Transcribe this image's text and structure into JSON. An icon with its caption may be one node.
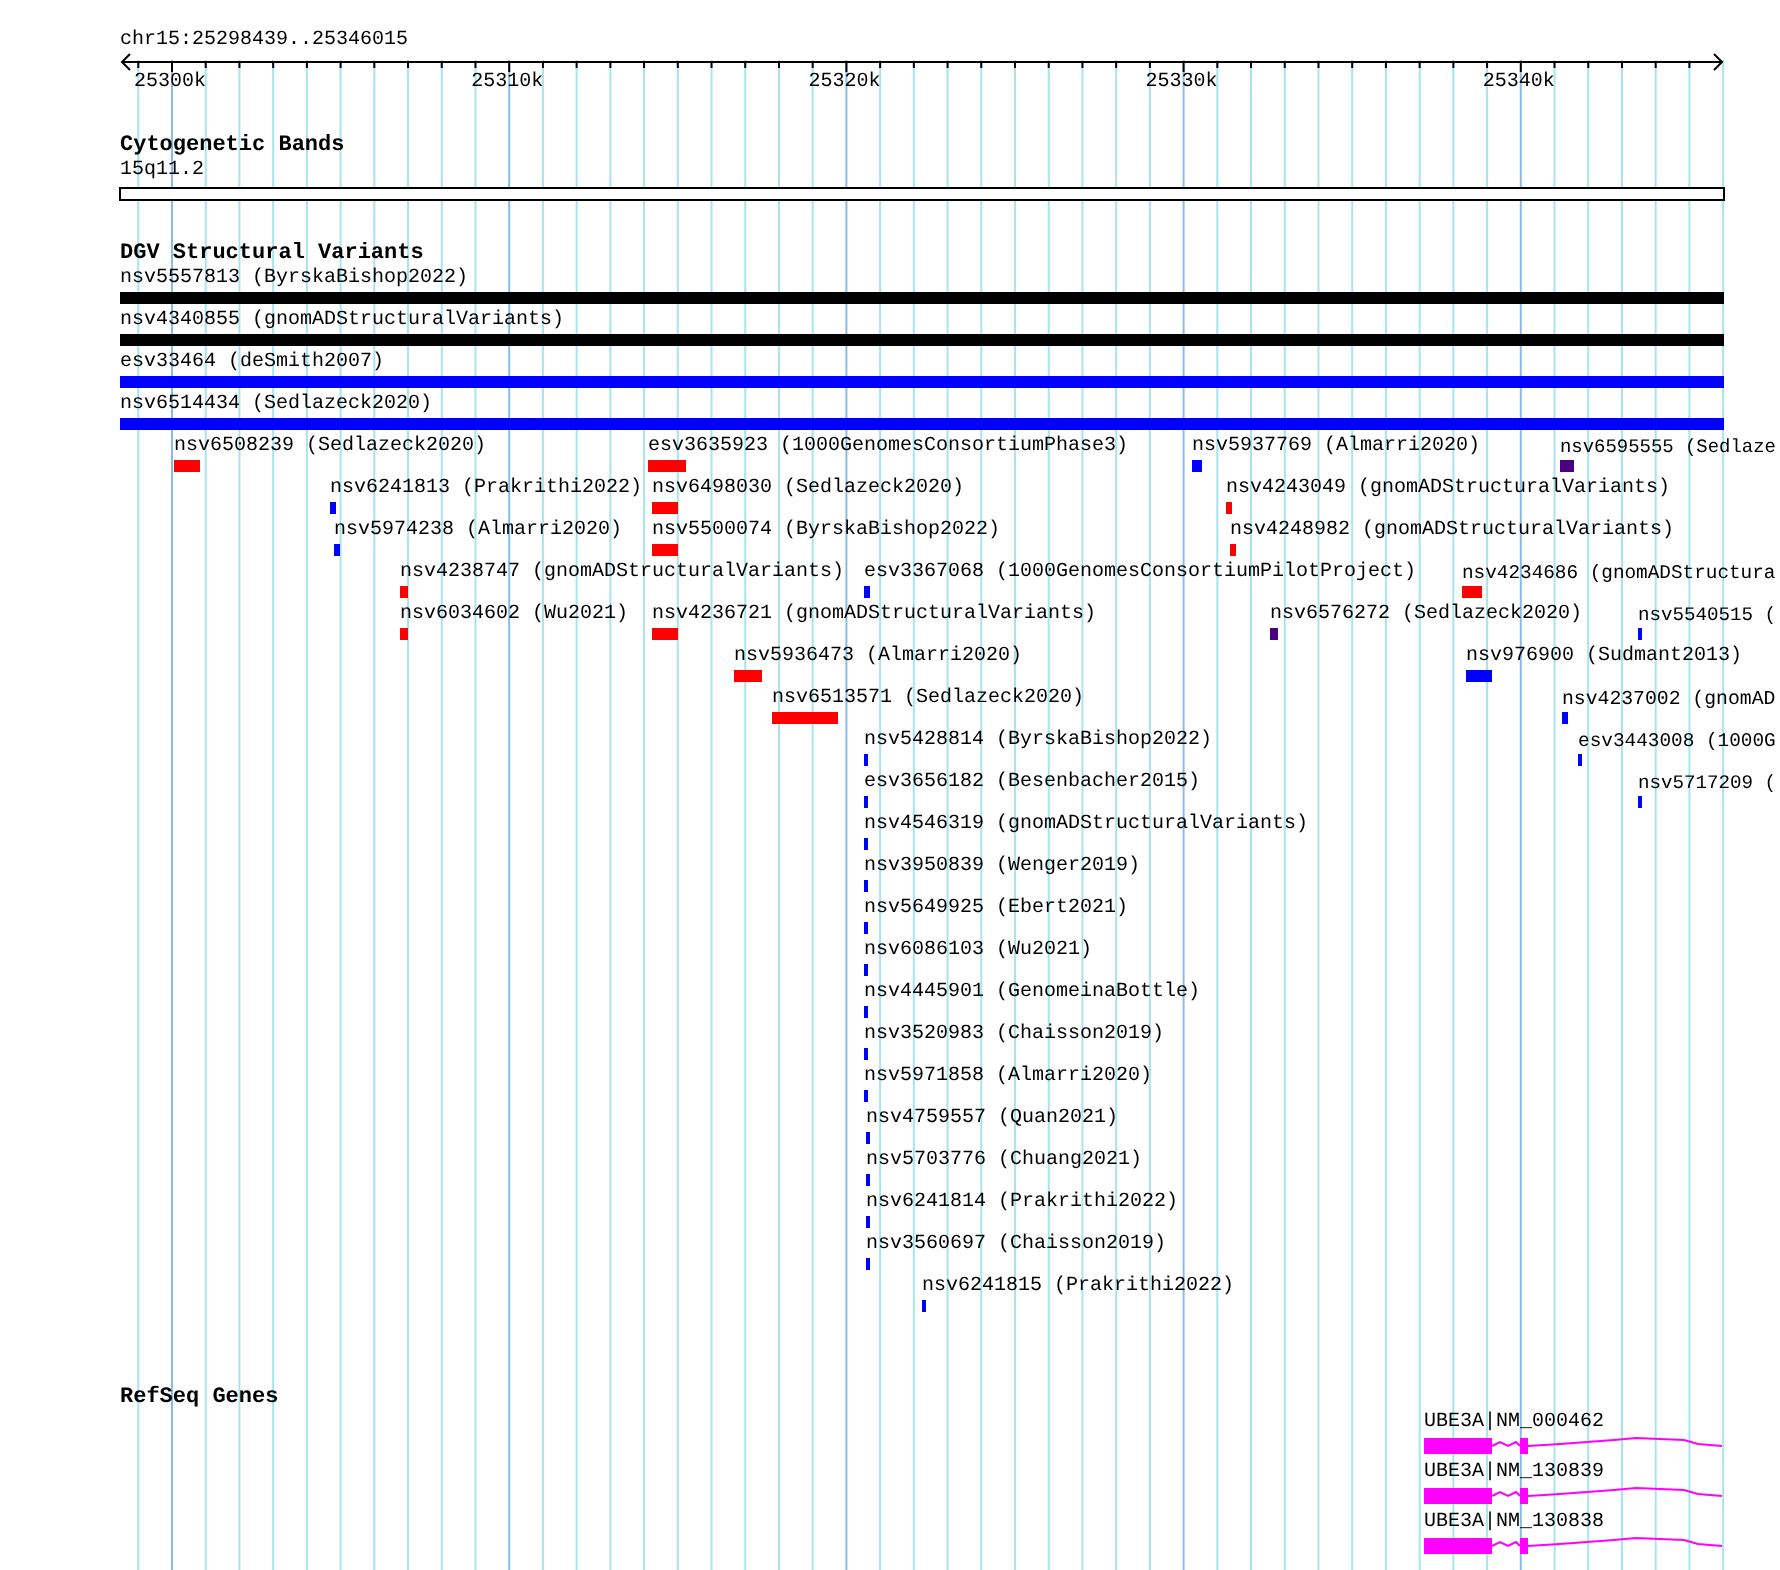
{
  "diagram": {
    "labels": [
      "chr15:25298439..25346015",
      "25300k",
      "25310k",
      "25320k",
      "25330k",
      "25340k",
      "Cytogenetic Bands",
      "15q11.2",
      "DGV Structural Variants",
      "nsv5557813 (ByrskaBishop2022)",
      "nsv4340855 (gnomADStructuralVariants)",
      "esv33464 (deSmith2007)",
      "nsv6514434 (Sedlazeck2020)",
      "nsv6508239 (Sedlazeck2020)",
      "esv3635923 (1000GenomesConsortiumPhase3)",
      "nsv5937769 (Almarri2020)",
      "nsv6595555 (Sedlaze",
      "nsv6241813 (Prakrithi2022)",
      "nsv6498030 (Sedlazeck2020)",
      "nsv4243049 (gnomADStructuralVariants)",
      "nsv5974238 (Almarri2020)",
      "nsv5500074 (ByrskaBishop2022)",
      "nsv4248982 (gnomADStructuralVariants)",
      "nsv4238747 (gnomADStructuralVariants)",
      "esv3367068 (1000GenomesConsortiumPilotProject)",
      "nsv4234686 (gnomADStructura",
      "nsv6034602 (Wu2021)",
      "nsv4236721 (gnomADStructuralVariants)",
      "nsv6576272 (Sedlazeck2020)",
      "nsv5540515 (",
      "nsv5936473 (Almarri2020)",
      "nsv976900 (Sudmant2013)",
      "nsv6513571 (Sedlazeck2020)",
      "nsv4237002 (gnomAD",
      "nsv5428814 (ByrskaBishop2022)",
      "esv3443008 (1000G",
      "esv3656182 (Besenbacher2015)",
      "nsv5717209 (",
      "nsv4546319 (gnomADStructuralVariants)",
      "nsv3950839 (Wenger2019)",
      "nsv5649925 (Ebert2021)",
      "nsv6086103 (Wu2021)",
      "nsv4445901 (GenomeinaBottle)",
      "nsv3520983 (Chaisson2019)",
      "nsv5971858 (Almarri2020)",
      "nsv4759557 (Quan2021)",
      "nsv5703776 (Chuang2021)",
      "nsv6241814 (Prakrithi2022)",
      "nsv3560697 (Chaisson2019)",
      "nsv6241815 (Prakrithi2022)",
      "RefSeq Genes",
      "UBE3A|NM_000462",
      "UBE3A|NM_130839",
      "UBE3A|NM_130838"
    ]
  }
}
